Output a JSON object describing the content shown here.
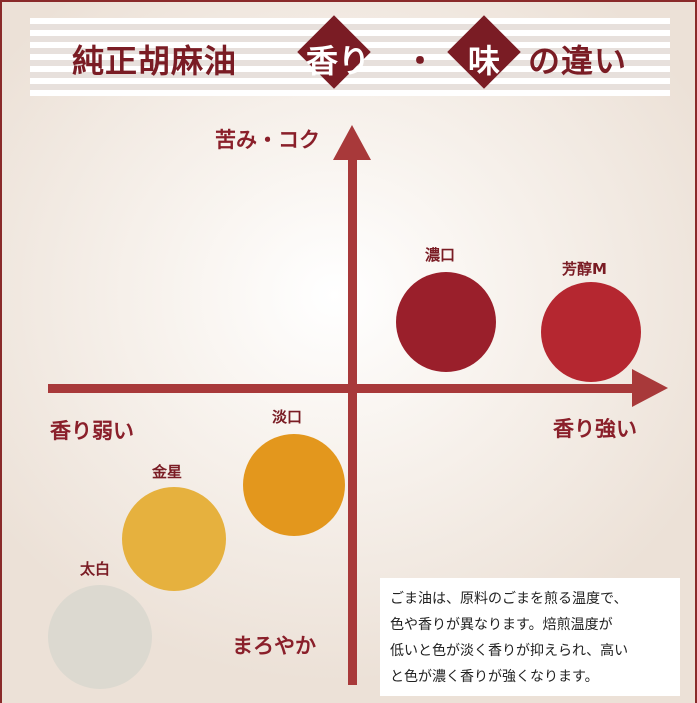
{
  "title": {
    "prefix": "純正胡麻油",
    "highlight1": "香り",
    "separator": "・",
    "highlight2": "味",
    "suffix": "の違い"
  },
  "axes": {
    "top": "苦み・コク",
    "bottom": "まろやか",
    "left": "香り弱い",
    "right": "香り強い"
  },
  "oils": [
    {
      "name": "濃口",
      "color": "#9a1f2b"
    },
    {
      "name": "芳醇M",
      "color": "#b52730"
    },
    {
      "name": "淡口",
      "color": "#e3971d"
    },
    {
      "name": "金星",
      "color": "#e6b13e"
    },
    {
      "name": "太白",
      "color": "#dcd9d0"
    }
  ],
  "note": {
    "lines": [
      "ごま油は、原料のごまを煎る温度で、",
      "色や香りが異なります。焙煎温度が",
      "低いと色が淡く香りが抑えられ、高い",
      "と色が濃く香りが強くなります。"
    ]
  },
  "colors": {
    "accent": "#7a1c24",
    "axis": "#a8393a"
  }
}
